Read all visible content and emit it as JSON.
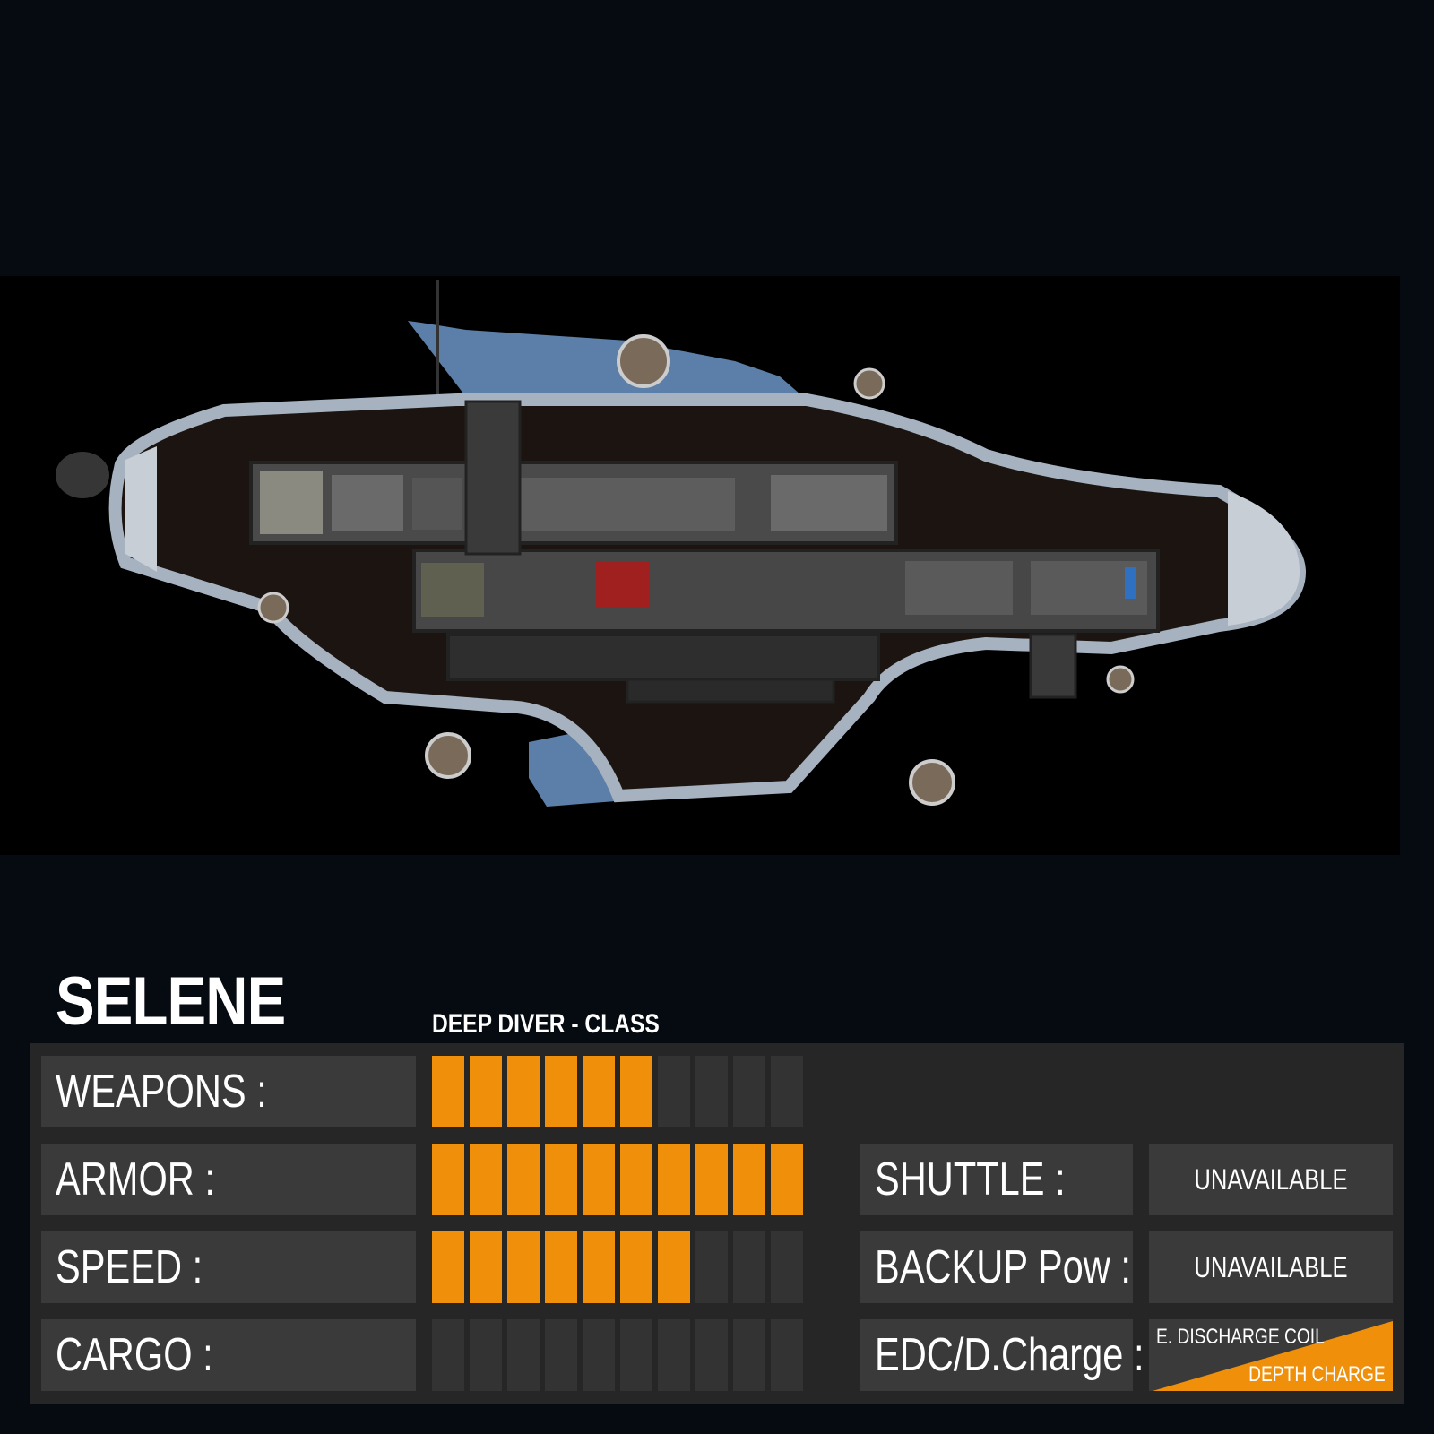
{
  "ship": {
    "name": "SELENE",
    "class": "DEEP DIVER - CLASS"
  },
  "stats": [
    {
      "label": "WEAPONS :",
      "level": 6,
      "max": 10
    },
    {
      "label": "ARMOR :",
      "level": 10,
      "max": 10
    },
    {
      "label": "SPEED :",
      "level": 7,
      "max": 10
    },
    {
      "label": "CARGO :",
      "level": 0,
      "max": 10
    }
  ],
  "features": [
    {
      "label": "SHUTTLE :",
      "value": "UNAVAILABLE"
    },
    {
      "label": "BACKUP Pow :",
      "value": "UNAVAILABLE"
    },
    {
      "label": "EDC/D.Charge :",
      "option_a": "E. DISCHARGE COIL",
      "option_b": "DEPTH CHARGE"
    }
  ],
  "colors": {
    "bar_on": "#f0900a",
    "bar_off": "#333333",
    "panel": "#262626",
    "label_bg": "#3a3a3a"
  }
}
